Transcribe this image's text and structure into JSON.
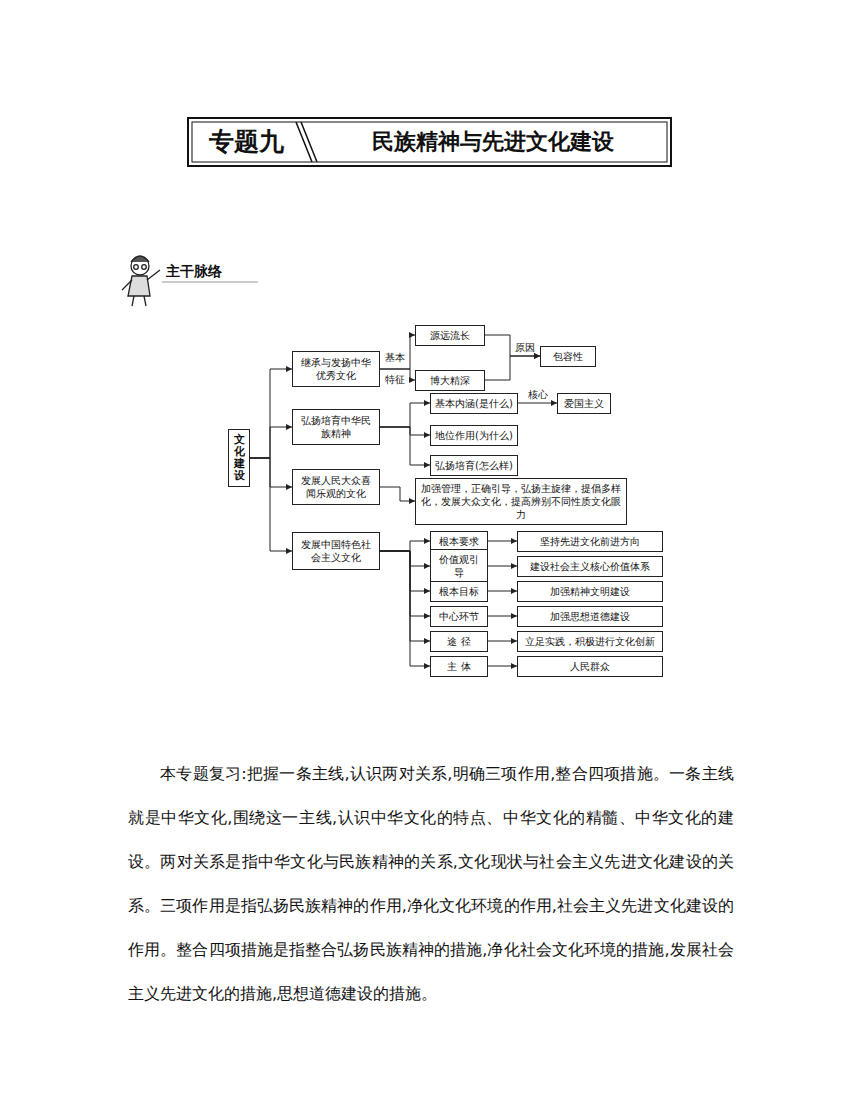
{
  "diagram": {
    "title": "民族精神与先进文化建设",
    "nodes": [
      {
        "text": [
          "文化建设"
        ]
      },
      {
        "text": [
          "继承与发扬中华优秀文化"
        ]
      },
      {
        "text": [
          "源远流长"
        ]
      },
      {
        "text": [
          "博大精深"
        ]
      },
      {
        "text": [
          "包容性"
        ]
      },
      {
        "text": [
          "弘扬培育中华民族精神"
        ]
      },
      {
        "text": [
          "基本内涵(是什么)"
        ]
      },
      {
        "text": [
          "爱国主义"
        ]
      },
      {
        "text": [
          "地位作用(为什么)"
        ]
      },
      {
        "text": [
          "弘扬培育(怎么样)"
        ]
      },
      {
        "text": [
          "发展人民大众喜闻乐观的文化"
        ]
      },
      {
        "text": [
          "加强管理，正确引导，弘扬主旋律，提倡多样化，发展大众文化，提高辨别不同性质文化眼力"
        ]
      },
      {
        "text": [
          "发展中国特色社会主义文化"
        ]
      },
      {
        "text": [
          "根本要求"
        ]
      },
      {
        "text": [
          "坚持先进文化前进方向"
        ]
      },
      {
        "text": [
          "价值观引导"
        ]
      },
      {
        "text": [
          "建设社会主义核心价值体系"
        ]
      },
      {
        "text": [
          "根本目标"
        ]
      },
      {
        "text": [
          "加强精神文明建设"
        ]
      },
      {
        "text": [
          "中心环节"
        ]
      },
      {
        "text": [
          "加强思想道德建设"
        ]
      },
      {
        "text": [
          "途 径"
        ]
      },
      {
        "text": [
          "立足实践，积极进行文化创新"
        ]
      },
      {
        "text": [
          "主 体"
        ]
      },
      {
        "text": [
          "人民群众"
        ]
      }
    ],
    "edges": [
      {
        "from": 0,
        "to": 1,
        "arrow": "to"
      },
      {
        "from": 0,
        "to": 5,
        "arrow": "to"
      },
      {
        "from": 0,
        "to": 10,
        "arrow": "to"
      },
      {
        "from": 0,
        "to": 12,
        "arrow": "to"
      },
      {
        "from": 1,
        "to": 2,
        "label": "基本特征",
        "arrow": "to"
      },
      {
        "from": 1,
        "to": 3,
        "arrow": "to"
      },
      {
        "from": 2,
        "to": 4,
        "label": "原因",
        "arrow": "to"
      },
      {
        "from": 3,
        "to": 4,
        "arrow": "to"
      },
      {
        "from": 5,
        "to": 6,
        "arrow": "to"
      },
      {
        "from": 5,
        "to": 8,
        "arrow": "to"
      },
      {
        "from": 5,
        "to": 9,
        "arrow": "to"
      },
      {
        "from": 6,
        "to": 7,
        "label": "核心",
        "arrow": "to"
      },
      {
        "from": 10,
        "to": 11,
        "arrow": "to"
      },
      {
        "from": 12,
        "to": 13,
        "arrow": "to"
      },
      {
        "from": 12,
        "to": 15,
        "arrow": "to"
      },
      {
        "from": 12,
        "to": 17,
        "arrow": "to"
      },
      {
        "from": 12,
        "to": 19,
        "arrow": "to"
      },
      {
        "from": 12,
        "to": 21,
        "arrow": "to"
      },
      {
        "from": 12,
        "to": 23,
        "arrow": "to"
      },
      {
        "from": 13,
        "to": 14,
        "arrow": "to"
      },
      {
        "from": 15,
        "to": 16,
        "arrow": "to"
      },
      {
        "from": 17,
        "to": 18,
        "arrow": "to"
      },
      {
        "from": 19,
        "to": 20,
        "arrow": "to"
      },
      {
        "from": 21,
        "to": 22,
        "arrow": "to"
      },
      {
        "from": 23,
        "to": 24,
        "arrow": "to"
      }
    ],
    "labels": [
      "专题九",
      "主干脉络",
      "本专题复习:把握一条主线,认识两对关系,明确三项作用,整合四项措施。一条主线就是中华文化,围绕这一主线,认识中华文化的特点、中华文化的精髓、中华文化的建设。两对关系是指中华文化与民族精神的关系,文化现状与社会主义先进文化建设的关系。三项作用是指弘扬民族精神的作用,净化文化环境的作用,社会主义先进文化建设的作用。整合四项措施是指整合弘扬民族精神的措施,净化社会文化环境的措施,发展社会主义先进文化的措施,思想道德建设的措施。"
    ]
  }
}
